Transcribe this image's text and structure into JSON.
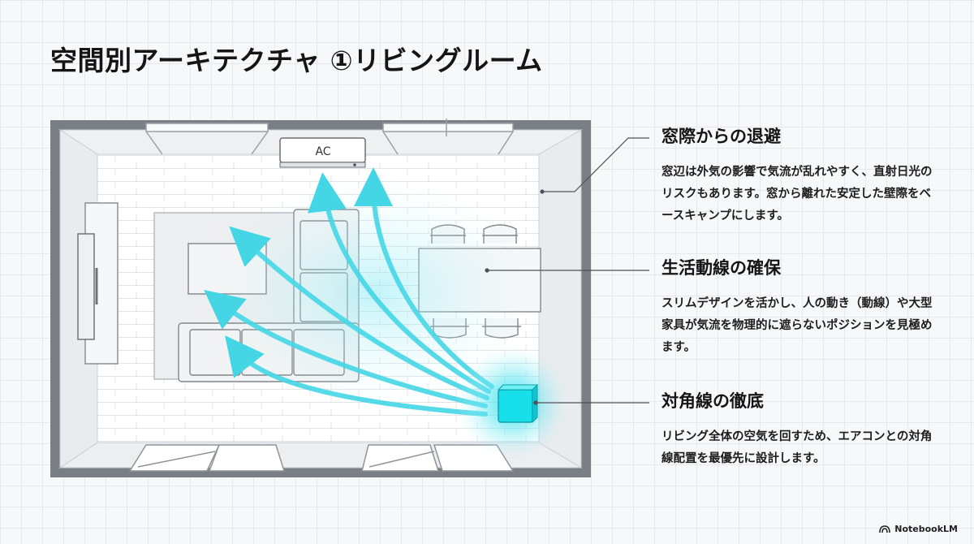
{
  "title": "空間別アーキテクチャ ①リビングルーム",
  "plan": {
    "ac_label": "AC"
  },
  "sections": [
    {
      "heading": "窓際からの退避",
      "body": "窓辺は外気の影響で気流が乱れやすく、直射日光のリスクもあります。窓から離れた安定した壁際をベースキャンプにします。"
    },
    {
      "heading": "生活動線の確保",
      "body": "スリムデザインを活かし、人の動き（動線）や大型家具が気流を物理的に遮らないポジションを見極めます。"
    },
    {
      "heading": "対角線の徹底",
      "body": "リビング全体の空気を回すため、エアコンとの対角線配置を最優先に設計します。"
    }
  ],
  "brand": "NotebookLM",
  "colors": {
    "airflow": "#45d6e6",
    "device": "#1fe3ee",
    "wall": "#6d7278",
    "leader": "#4d5256"
  }
}
